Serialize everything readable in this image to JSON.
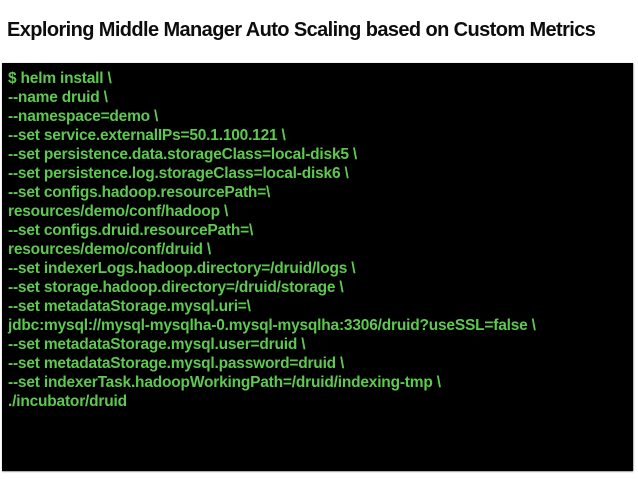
{
  "slide": {
    "title": "Exploring Middle Manager Auto Scaling based on Custom Metrics"
  },
  "terminal": {
    "lines": [
      "$ helm install \\",
      "--name druid \\",
      "--namespace=demo \\",
      "--set service.externalIPs=50.1.100.121 \\",
      "--set persistence.data.storageClass=local-disk5 \\",
      "--set persistence.log.storageClass=local-disk6 \\",
      "--set configs.hadoop.resourcePath=\\",
      "resources/demo/conf/hadoop \\",
      "--set configs.druid.resourcePath=\\",
      "resources/demo/conf/druid \\",
      "--set indexerLogs.hadoop.directory=/druid/logs \\",
      "--set storage.hadoop.directory=/druid/storage \\",
      "--set metadataStorage.mysql.uri=\\",
      "jdbc:mysql://mysql-mysqlha-0.mysql-mysqlha:3306/druid?useSSL=false \\",
      "--set metadataStorage.mysql.user=druid \\",
      "--set metadataStorage.mysql.password=druid \\",
      "--set indexerTask.hadoopWorkingPath=/druid/indexing-tmp \\",
      "./incubator/druid"
    ]
  },
  "colors": {
    "page_bg": "#ffffff",
    "title_text": "#0d0d0d",
    "terminal_bg": "#000000",
    "terminal_text": "#5ec94f"
  }
}
